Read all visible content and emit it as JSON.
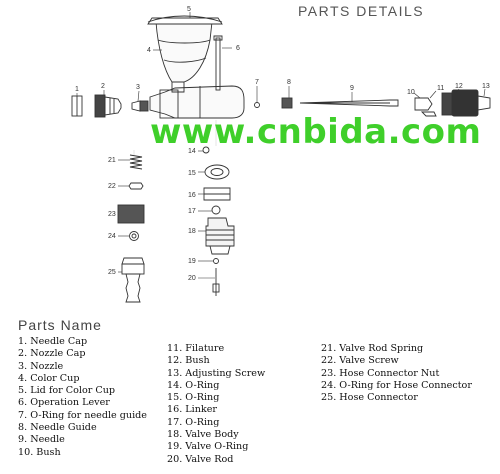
{
  "header": {
    "title": "PARTS DETAILS"
  },
  "watermark": "www.cnbida.com",
  "callouts": [
    "1",
    "2",
    "3",
    "4",
    "5",
    "6",
    "7",
    "8",
    "9",
    "10",
    "11",
    "12",
    "13",
    "14",
    "15",
    "16",
    "17",
    "18",
    "19",
    "20",
    "21",
    "22",
    "23",
    "24",
    "25"
  ],
  "parts_name": {
    "heading": "Parts Name",
    "col1": [
      "1. Needle Cap",
      "2. Nozzle Cap",
      "3. Nozzle",
      "4. Color Cup",
      "5. Lid for Color Cup",
      "6. Operation Lever",
      "7. O-Ring for needle guide",
      "8. Needle Guide",
      "9. Needle",
      "10. Bush"
    ],
    "col2": [
      "11. Filature",
      "12. Bush",
      "13. Adjusting Screw",
      "14. O-Ring",
      "15. O-Ring",
      "16. Linker",
      "17. O-Ring",
      "18. Valve Body",
      "19. Valve O-Ring",
      "20. Valve Rod"
    ],
    "col3": [
      "21. Valve Rod Spring",
      "22. Valve Screw",
      "23. Hose Connector Nut",
      "24. O-Ring for Hose Connector",
      "25. Hose Connector"
    ]
  },
  "colors": {
    "watermark": "#3fcf2a",
    "line": "#333333"
  }
}
